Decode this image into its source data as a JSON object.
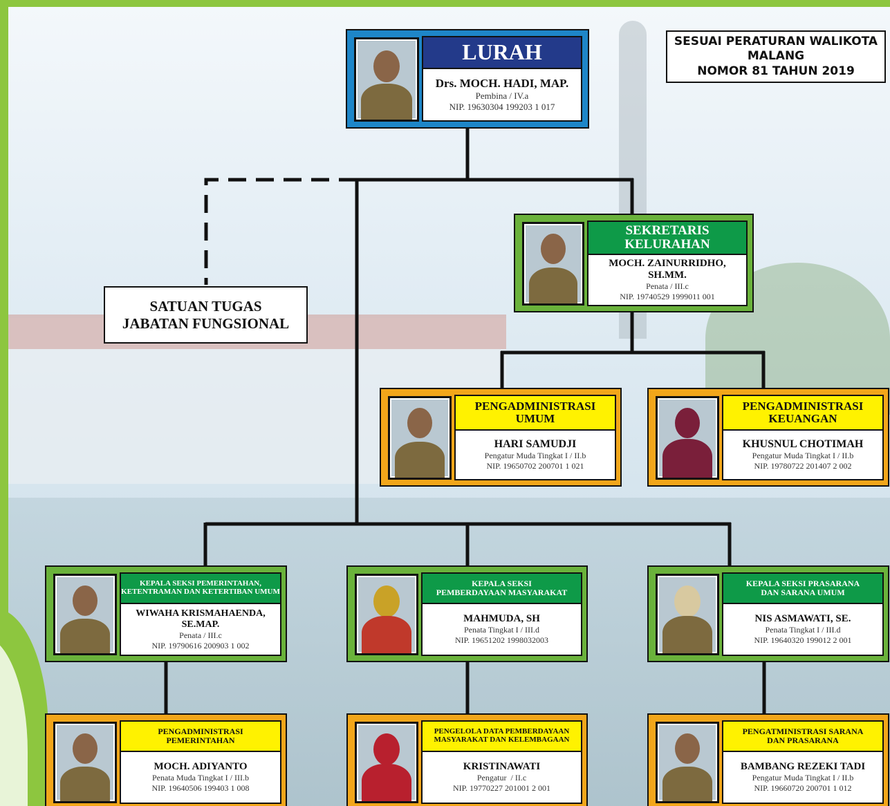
{
  "regulation": {
    "line1": "SESUAI PERATURAN WALIKOTA MALANG",
    "line2": "NOMOR 81 TAHUN 2019"
  },
  "satgas": {
    "line1": "SATUAN TUGAS",
    "line2": "JABATAN FUNGSIONAL"
  },
  "colors": {
    "frame_blue": "#1e86c8",
    "frame_green": "#6ab23b",
    "frame_orange": "#f2a61a",
    "banner_navy": "#233a8a",
    "banner_green": "#0e9a48",
    "banner_yellow": "#fff200",
    "page_accent": "#8dc63f"
  },
  "lurah": {
    "title": "LURAH",
    "name": "Drs. MOCH. HADI, MAP.",
    "rank": "Pembina / IV.a",
    "nip": "NIP. 19630304 199203 1 017"
  },
  "sekretaris": {
    "title": "SEKRETARIS KELURAHAN",
    "name": "MOCH. ZAINURRIDHO, SH.MM.",
    "rank": "Penata / III.c",
    "nip": "NIP. 19740529 1999011 001"
  },
  "peng_umum": {
    "title1": "PENGADMINISTRASI",
    "title2": "UMUM",
    "name": "HARI SAMUDJI",
    "rank": "Pengatur Muda Tingkat I / II.b",
    "nip": "NIP. 19650702 200701 1 021"
  },
  "peng_keuangan": {
    "title1": "PENGADMINISTRASI",
    "title2": "KEUANGAN",
    "name": "KHUSNUL CHOTIMAH",
    "rank": "Pengatur Muda Tingkat I / II.b",
    "nip": "NIP. 19780722 201407 2 002"
  },
  "kasi_pemerintahan": {
    "title1": "KEPALA SEKSI PEMERINTAHAN,",
    "title2": "KETENTRAMAN DAN KETERTIBAN UMUM",
    "name": "WIWAHA KRISMAHAENDA, SE.MAP.",
    "rank": "Penata / III.c",
    "nip": "NIP. 19790616 200903 1 002"
  },
  "kasi_pemberdayaan": {
    "title1": "KEPALA SEKSI",
    "title2": "PEMBERDAYAAN MASYARAKAT",
    "name": "MAHMUDA, SH",
    "rank": "Penata Tingkat I / III.d",
    "nip": "NIP. 19651202 1998032003"
  },
  "kasi_prasarana": {
    "title1": "KEPALA SEKSI PRASARANA",
    "title2": "DAN SARANA UMUM",
    "name": "NIS ASMAWATI, SE.",
    "rank": "Penata Tingkat I / III.d",
    "nip": "NIP. 19640320 199012 2 001"
  },
  "peng_pemerintahan": {
    "title1": "PENGADMINISTRASI",
    "title2": "PEMERINTAHAN",
    "name": "MOCH. ADIYANTO",
    "rank": "Penata Muda Tingkat I / III.b",
    "nip": "NIP. 19640506 199403 1 008"
  },
  "pengelola_data": {
    "title1": "PENGELOLA DATA PEMBERDAYAAN",
    "title2": "MASYARAKAT DAN KELEMBAGAAN",
    "name": "KRISTINAWATI",
    "rank": "Pengatur  / II.c",
    "nip": "NIP. 19770227 201001 2 001"
  },
  "peng_sarana": {
    "title1": "PENGATMINISTRASI SARANA",
    "title2": "DAN PRASARANA",
    "name": "BAMBANG REZEKI TADI",
    "rank": "Pengatur Muda Tingkat I / II.b",
    "nip": "NIP. 19660720 200701 1 012"
  }
}
